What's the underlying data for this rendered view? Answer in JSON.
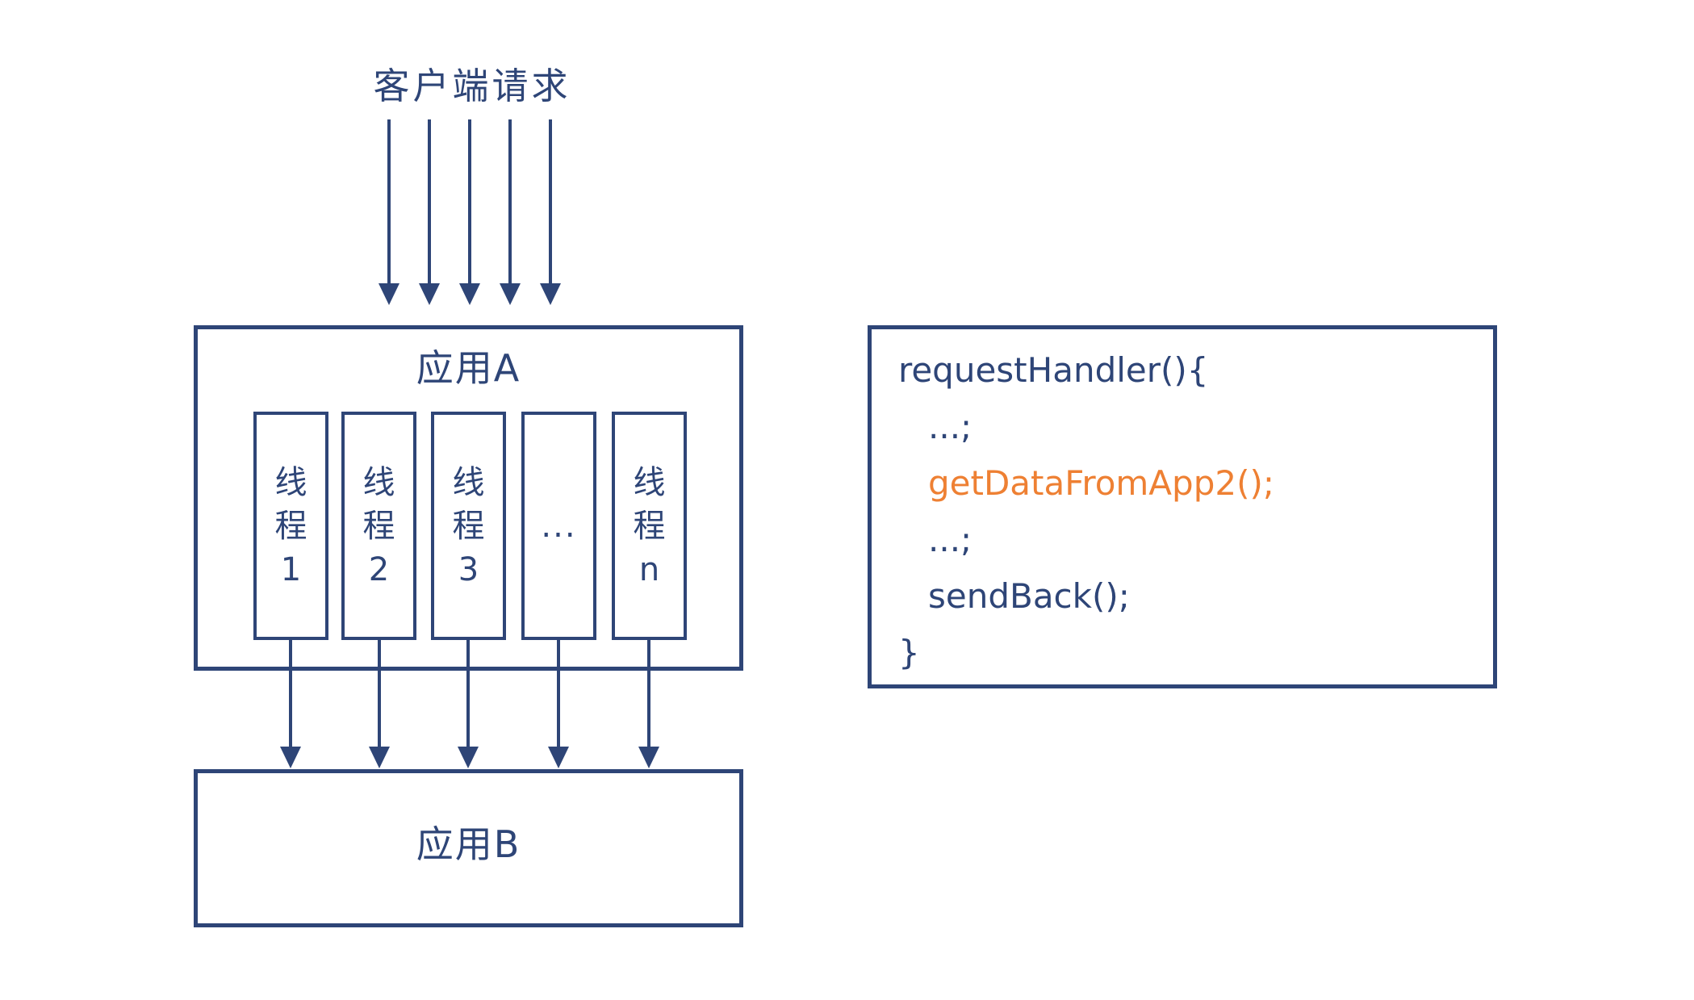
{
  "colors": {
    "ink": "#2e4577",
    "accent": "#ee8033",
    "background": "#ffffff"
  },
  "diagram": {
    "title": "客户端请求",
    "app_a": {
      "label": "应用A",
      "threads": [
        {
          "lines": [
            "线",
            "程",
            "1"
          ]
        },
        {
          "lines": [
            "线",
            "程",
            "2"
          ]
        },
        {
          "lines": [
            "线",
            "程",
            "3"
          ]
        },
        {
          "lines": [
            "..."
          ]
        },
        {
          "lines": [
            "线",
            "程",
            "n"
          ]
        }
      ]
    },
    "app_b": {
      "label": "应用B"
    }
  },
  "code": {
    "lines": [
      {
        "text": "requestHandler(){"
      },
      {
        "text": "...;"
      },
      {
        "text": "getDataFromApp2();"
      },
      {
        "text": "...;"
      },
      {
        "text": "sendBack();"
      },
      {
        "text": "}"
      }
    ]
  }
}
